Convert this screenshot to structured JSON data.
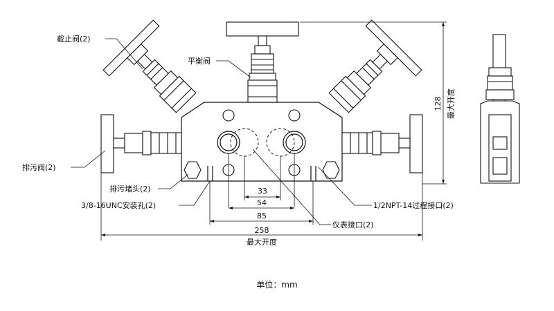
{
  "labels": {
    "shutoff_valve": "截止阀(2)",
    "balance_valve": "平衡阀",
    "drain_valve": "排污阀(2)",
    "drain_plug": "排污堵头(2)",
    "mount_hole": "3/8-16UNC安装孔(2)",
    "process_port": "1/2NPT-14过程接口(2)",
    "instrument_port": "仪表接口(2)"
  },
  "dimensions": {
    "d33": "33",
    "d54": "54",
    "d85": "85",
    "d258": "258",
    "d128": "128",
    "max_open_bottom": "最大开度",
    "max_open_side": "最大开度"
  },
  "unit_text": "单位：mm"
}
